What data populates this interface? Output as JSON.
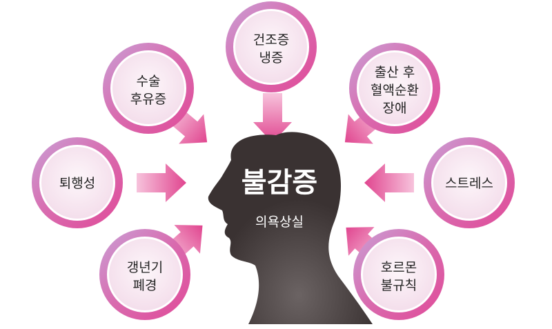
{
  "center": {
    "title": "불감증",
    "subtitle": "의욕상실"
  },
  "causes": [
    {
      "id": "dryness",
      "lines": [
        "건조증",
        "냉증"
      ]
    },
    {
      "id": "surgery",
      "lines": [
        "수술",
        "후유증"
      ]
    },
    {
      "id": "postpartum",
      "lines": [
        "출산 후",
        "혈액순환",
        "장애"
      ]
    },
    {
      "id": "degenerative",
      "lines": [
        "퇴행성"
      ]
    },
    {
      "id": "stress",
      "lines": [
        "스트레스"
      ]
    },
    {
      "id": "menopause",
      "lines": [
        "갱년기",
        "폐경"
      ]
    },
    {
      "id": "hormone",
      "lines": [
        "호르몬",
        "불규칙"
      ]
    }
  ],
  "colors": {
    "ring": "#d94fa0",
    "ring_light": "#c9a0d6",
    "inner": "#f9eef5",
    "arrow": "#e0559c",
    "head": "#3a3232"
  }
}
